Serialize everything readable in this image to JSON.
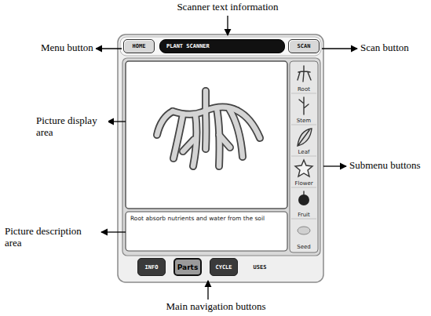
{
  "diagram": {
    "nodes": [
      {
        "text": [
          "HOME"
        ]
      },
      {
        "text": [
          "PLANT SCANNER"
        ]
      },
      {
        "text": [
          "SCAN"
        ]
      },
      {
        "text": [
          "Root"
        ]
      },
      {
        "text": [
          "Stem"
        ]
      },
      {
        "text": [
          "Leaf"
        ]
      },
      {
        "text": [
          "Flower"
        ]
      },
      {
        "text": [
          "Fruit"
        ]
      },
      {
        "text": [
          "Seed"
        ]
      },
      {
        "text": [
          "Root absorb nutrients and water from the soil"
        ]
      },
      {
        "text": [
          "INFO"
        ]
      },
      {
        "text": [
          "Parts"
        ]
      },
      {
        "text": [
          "CYCLE"
        ]
      },
      {
        "text": [
          "USES"
        ]
      }
    ],
    "labels": [
      "Scanner text information",
      "Menu button",
      "Scan button",
      "Picture display area",
      "Submenu buttons",
      "Picture description area",
      "Main navigation buttons"
    ]
  }
}
